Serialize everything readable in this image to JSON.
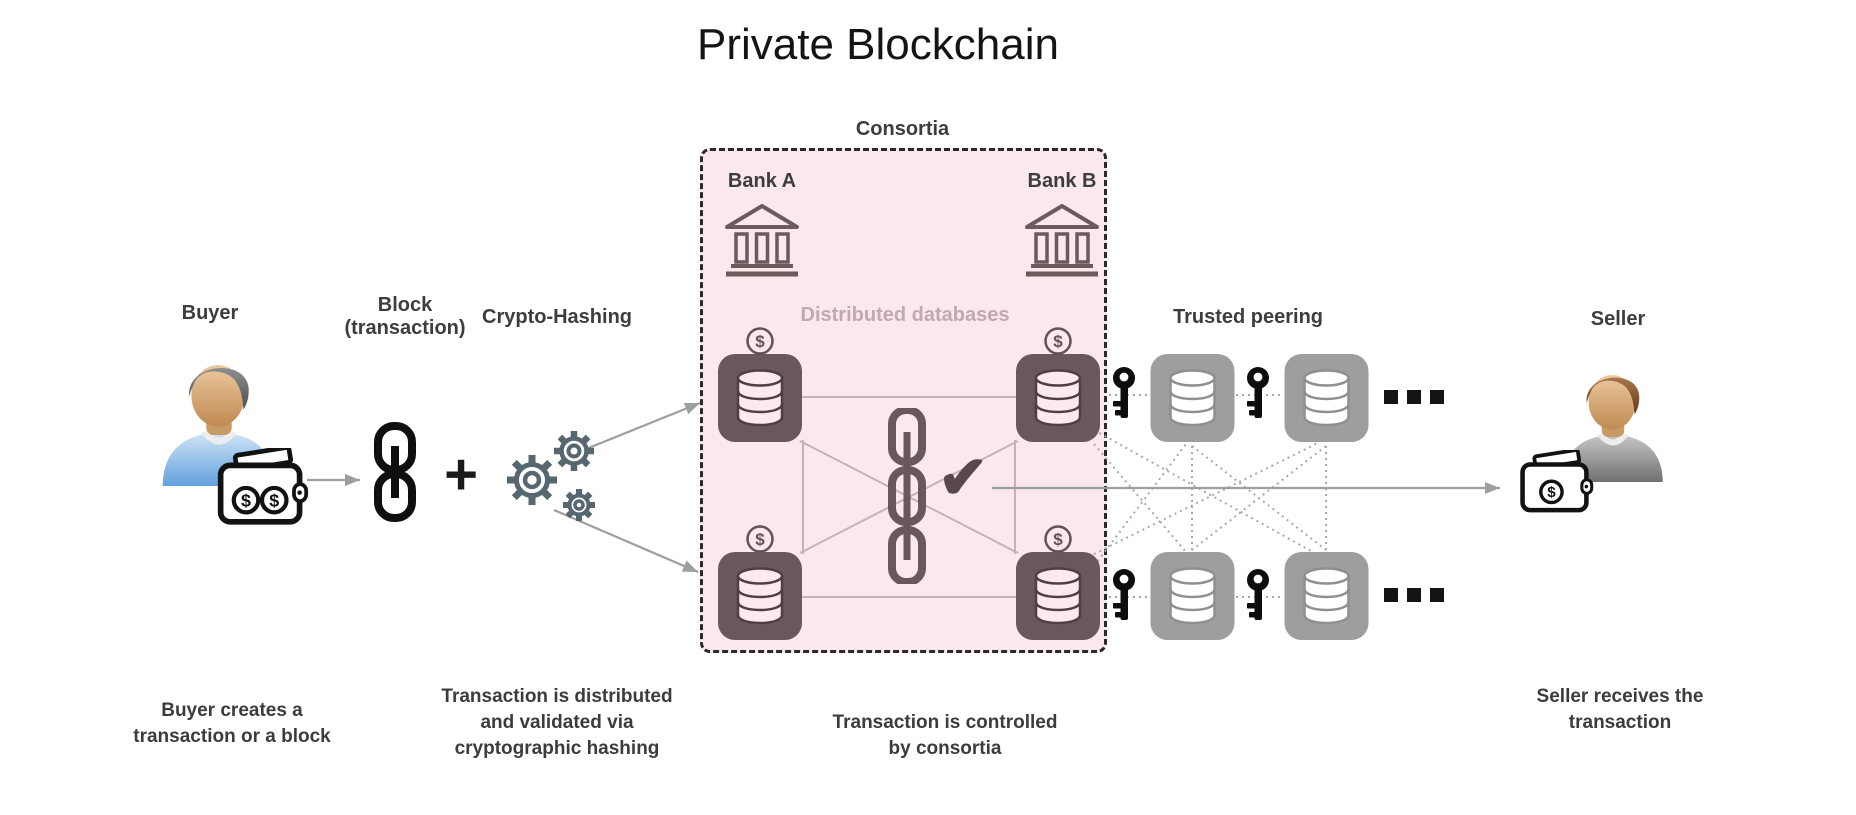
{
  "title": "Private Blockchain",
  "colors": {
    "accent_taupe": "#6a575b",
    "consortia_bg": "#fbe8ec",
    "peer_gray": "#9e9e9e"
  },
  "icons": {
    "plus": "+",
    "check": "✔",
    "dollar": "$"
  },
  "buyer": {
    "label": "Buyer",
    "caption": "Buyer creates a\ntransaction or a block"
  },
  "block": {
    "label": "Block\n(transaction)"
  },
  "crypto": {
    "label": "Crypto-Hashing",
    "caption": "Transaction is distributed\nand validated via\ncryptographic hashing"
  },
  "consortia": {
    "label": "Consortia",
    "bank_a_label": "Bank A",
    "bank_b_label": "Bank B",
    "distributed_db_label": "Distributed databases",
    "caption": "Transaction is controlled\nby consortia"
  },
  "peering": {
    "label": "Trusted peering"
  },
  "seller": {
    "label": "Seller",
    "caption": "Seller receives the\ntransaction"
  }
}
